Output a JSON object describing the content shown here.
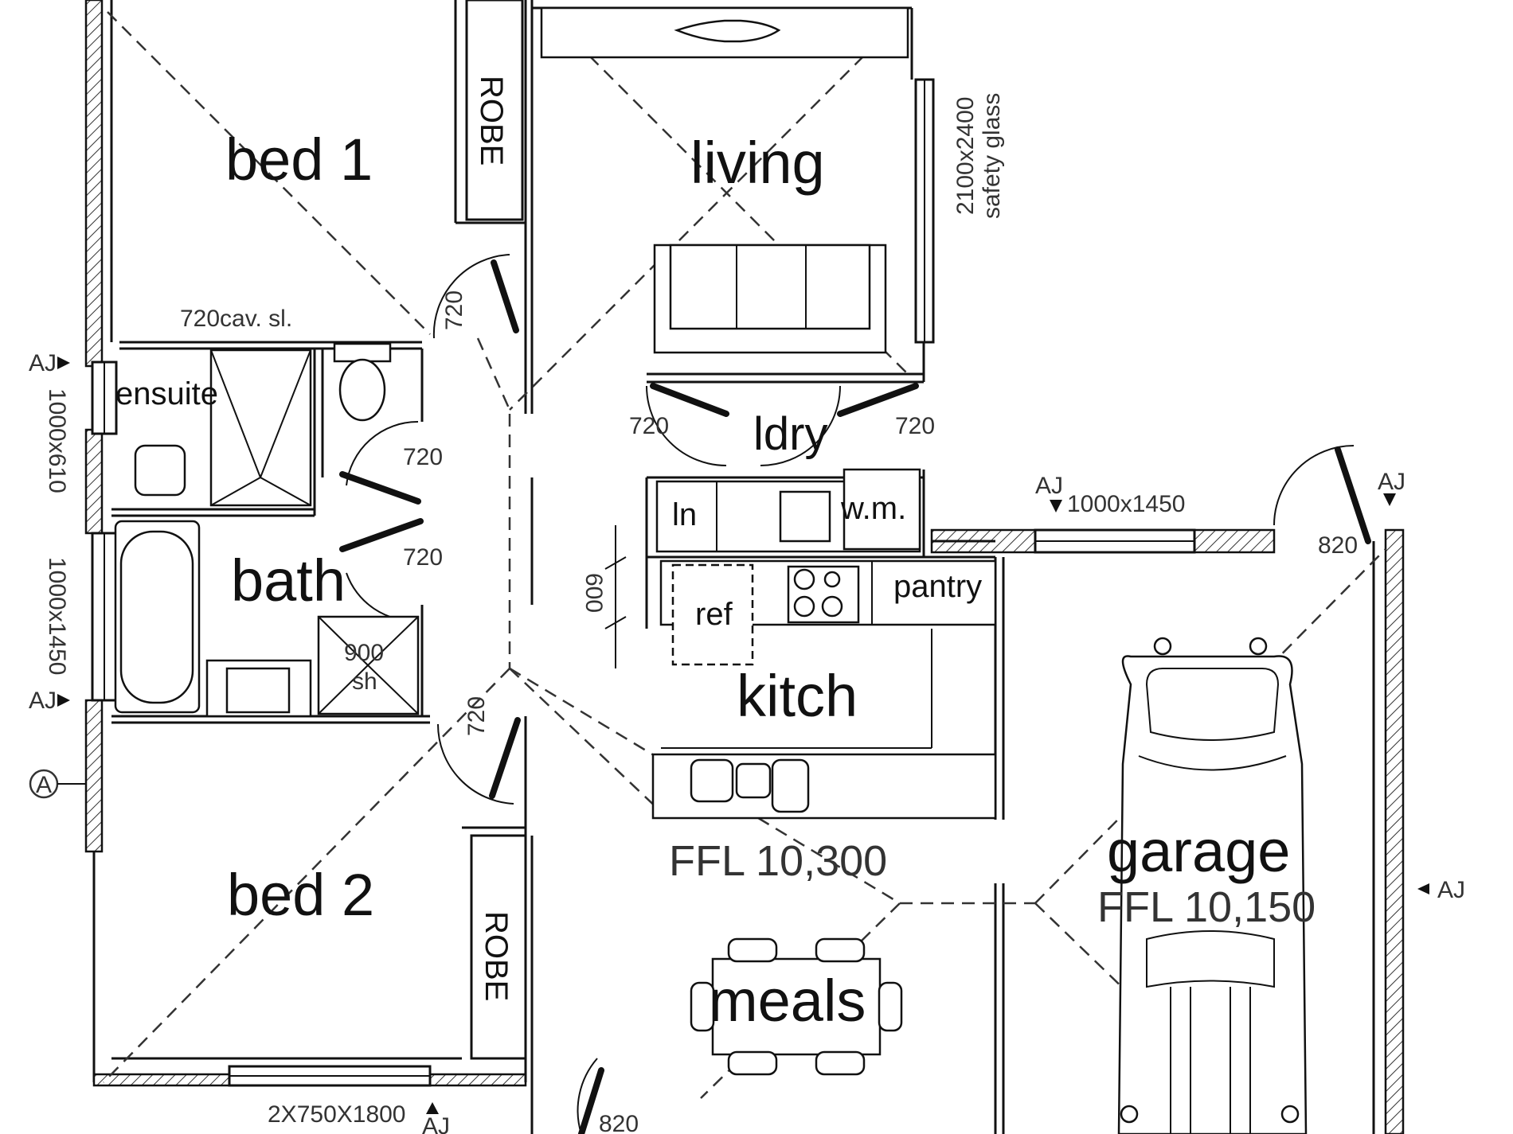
{
  "plan": {
    "rooms": {
      "bed1": "bed 1",
      "bed2": "bed 2",
      "living": "living",
      "ensuite": "ensuite",
      "bath": "bath",
      "ldry": "ldry",
      "kitch": "kitch",
      "meals": "meals",
      "garage": "garage",
      "robe1": "ROBE",
      "robe2": "ROBE",
      "pantry": "pantry",
      "ref": "ref",
      "ln": "ln",
      "wm": "w.m.",
      "shower_size": "900",
      "shower_abbr": "sh"
    },
    "levels": {
      "house": "FFL 10,300",
      "garage": "FFL 10,150"
    },
    "dimensions": {
      "cav_slider": "720cav. sl.",
      "window_ensuite": "1000x610",
      "window_bath": "1000x1450",
      "window_living": "2100x2400",
      "window_living_note": "safety glass",
      "window_garage": "1000x1450",
      "window_bed2": "2X750X1800",
      "door_bed1": "720",
      "door_ensuite": "720",
      "door_bath": "720",
      "door_bed2": "720",
      "door_ldry_left": "720",
      "door_ldry_right": "720",
      "door_garage": "820",
      "door_meals": "820",
      "bench_depth": "600"
    },
    "markers": {
      "aj": "AJ",
      "section": "A"
    }
  }
}
